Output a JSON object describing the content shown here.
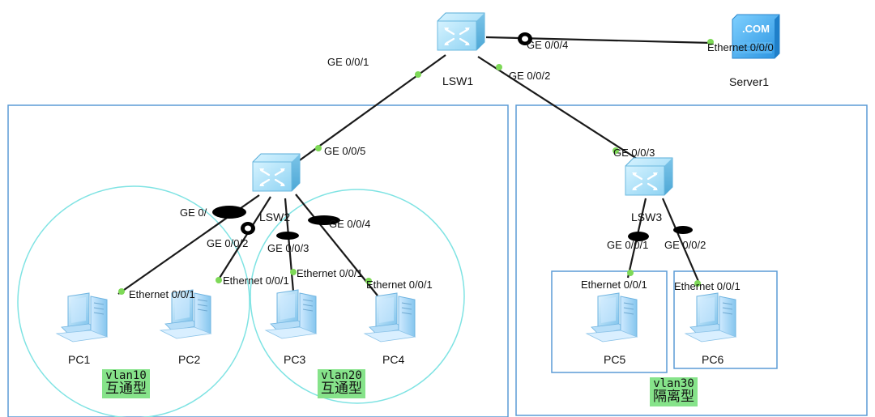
{
  "devices": {
    "lsw1": "LSW1",
    "lsw2": "LSW2",
    "lsw3": "LSW3",
    "server1": "Server1",
    "server_badge": ".COM",
    "pc1": "PC1",
    "pc2": "PC2",
    "pc3": "PC3",
    "pc4": "PC4",
    "pc5": "PC5",
    "pc6": "PC6"
  },
  "ports": {
    "lsw1_g001": "GE 0/0/1",
    "lsw1_g002": "GE 0/0/2",
    "lsw1_g004": "GE 0/0/4",
    "server_eth": "Ethernet 0/0/0",
    "lsw2_g005": "GE 0/0/5",
    "lsw2_g001": "GE 0/",
    "lsw2_g002": "GE 0/0/2",
    "lsw2_g003": "GE 0/0/3",
    "lsw2_g004": "GE 0/0/4",
    "lsw3_g003": "GE 0/0/3",
    "lsw3_g001": "GE 0/0/1",
    "lsw3_g002": "GE 0/0/2",
    "pc1_eth": "Ethernet 0/0/1",
    "pc2_eth": "Ethernet 0/0/1",
    "pc3_eth": "Ethernet 0/0/1",
    "pc4_eth": "Ethernet 0/0/1",
    "pc5_eth": "Ethernet 0/0/1",
    "pc6_eth": "Ethernet 0/0/1"
  },
  "vlans": {
    "v10_code": "vlan10",
    "v10_kind": "互通型",
    "v20_code": "vlan20",
    "v20_kind": "互通型",
    "v30_code": "vlan30",
    "v30_kind": "隔离型"
  },
  "colors": {
    "link": "#1a1a1a",
    "port_dot": "#7ed957",
    "group_box": "#5b9bd5",
    "vlan_circle": "#7fe3e3",
    "vlan_tag": "#86e38a",
    "switch_body": "#9fdcf5",
    "pc_body": "#a9d7f5"
  }
}
